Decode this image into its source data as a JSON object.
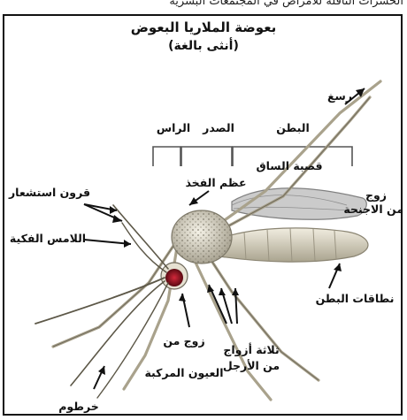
{
  "header_strip": "الحشرات الناقلة للأمراض في المجتمعات البشرية",
  "title": "بعوضة الملاريا البعوض",
  "subtitle": "(أنثى بالغة)",
  "sections": {
    "head": "الراس",
    "thorax": "الصدر",
    "abdomen": "البطن"
  },
  "labels": {
    "tarsus": "رسغ",
    "tibia": "قصبة الساق",
    "wings_line1": "زوج",
    "wings_line2": "من الاجنحة",
    "femur": "عظم الفخذ",
    "antennae": "قرون استشعار",
    "palps": "اللامس الفكية",
    "abdomen_bands": "نطاقات البطن",
    "eyes_line1": "زوج من",
    "eyes_line2": "العيون المركبة",
    "legs_line1": "ثلاثة أزواج",
    "legs_line2": "من الأرجل",
    "proboscis": "خرطوم"
  },
  "colors": {
    "body": "#d8d4c6",
    "wing": "#cfcfcf",
    "eye": "#a8182a",
    "leg": "#b9b39f",
    "text": "#111111"
  }
}
